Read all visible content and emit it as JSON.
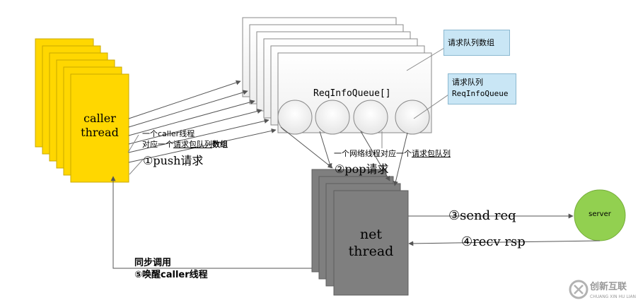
{
  "caller": {
    "label_line1": "caller",
    "label_line2": "thread"
  },
  "queue_array": {
    "label": "ReqInfoQueue[]"
  },
  "callout_array": {
    "text": "请求队列数组"
  },
  "callout_queue": {
    "line1": "请求队列",
    "line2": "ReqInfoQueue"
  },
  "note_caller": {
    "line1": "一个caller线程",
    "line2_prefix": "对应一个",
    "line2_link": "请求包队列",
    "line2_suffix": "数组"
  },
  "step1": {
    "text": "①push请求"
  },
  "note_net": {
    "prefix": "一个网络线程对应一个",
    "link": "请求包队列"
  },
  "step2": {
    "text": "②pop请求"
  },
  "net": {
    "label_line1": "net",
    "label_line2": "thread"
  },
  "step3": {
    "text": "③send req"
  },
  "step4": {
    "text": "④recv rsp"
  },
  "server": {
    "label": "server"
  },
  "step5": {
    "line1": "同步调用",
    "line2": "⑤唤醒caller线程"
  },
  "watermark": {
    "brand": "创新互联",
    "sub": "CHUANG XIN HU LIAN"
  },
  "colors": {
    "caller": "#ffd700",
    "net": "#7f7f7f",
    "server": "#92d050",
    "callout": "#c9e6f5"
  }
}
